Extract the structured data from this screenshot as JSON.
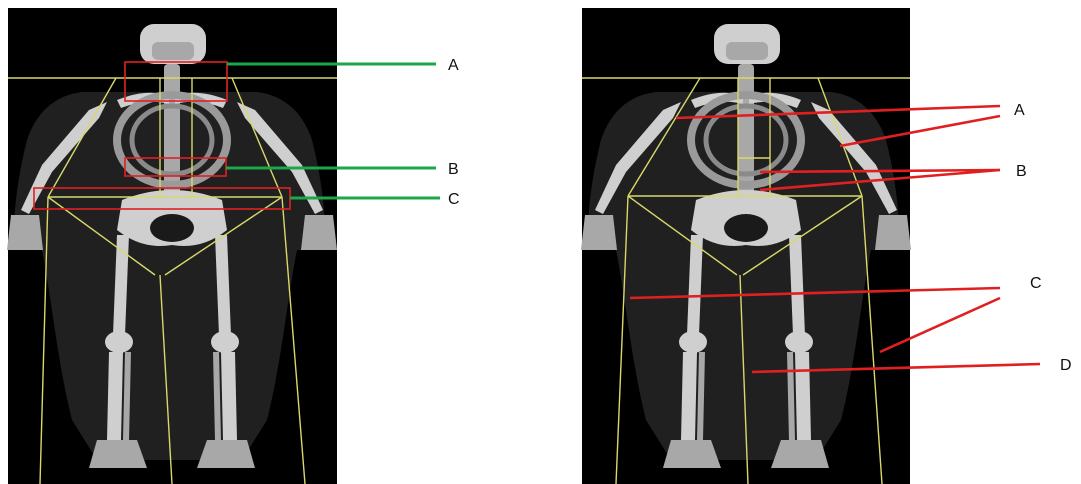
{
  "colors": {
    "background": "#000000",
    "region_lines": "#d9d86a",
    "left_pointers": "#1aa84a",
    "right_pointers": "#e02020",
    "left_boxes": "#e02020",
    "labels": "#111111"
  },
  "left_panel": {
    "labels": {
      "a": "A",
      "b": "B",
      "c": "C"
    }
  },
  "right_panel": {
    "labels": {
      "a": "A",
      "b": "B",
      "c": "C",
      "d": "D"
    }
  }
}
